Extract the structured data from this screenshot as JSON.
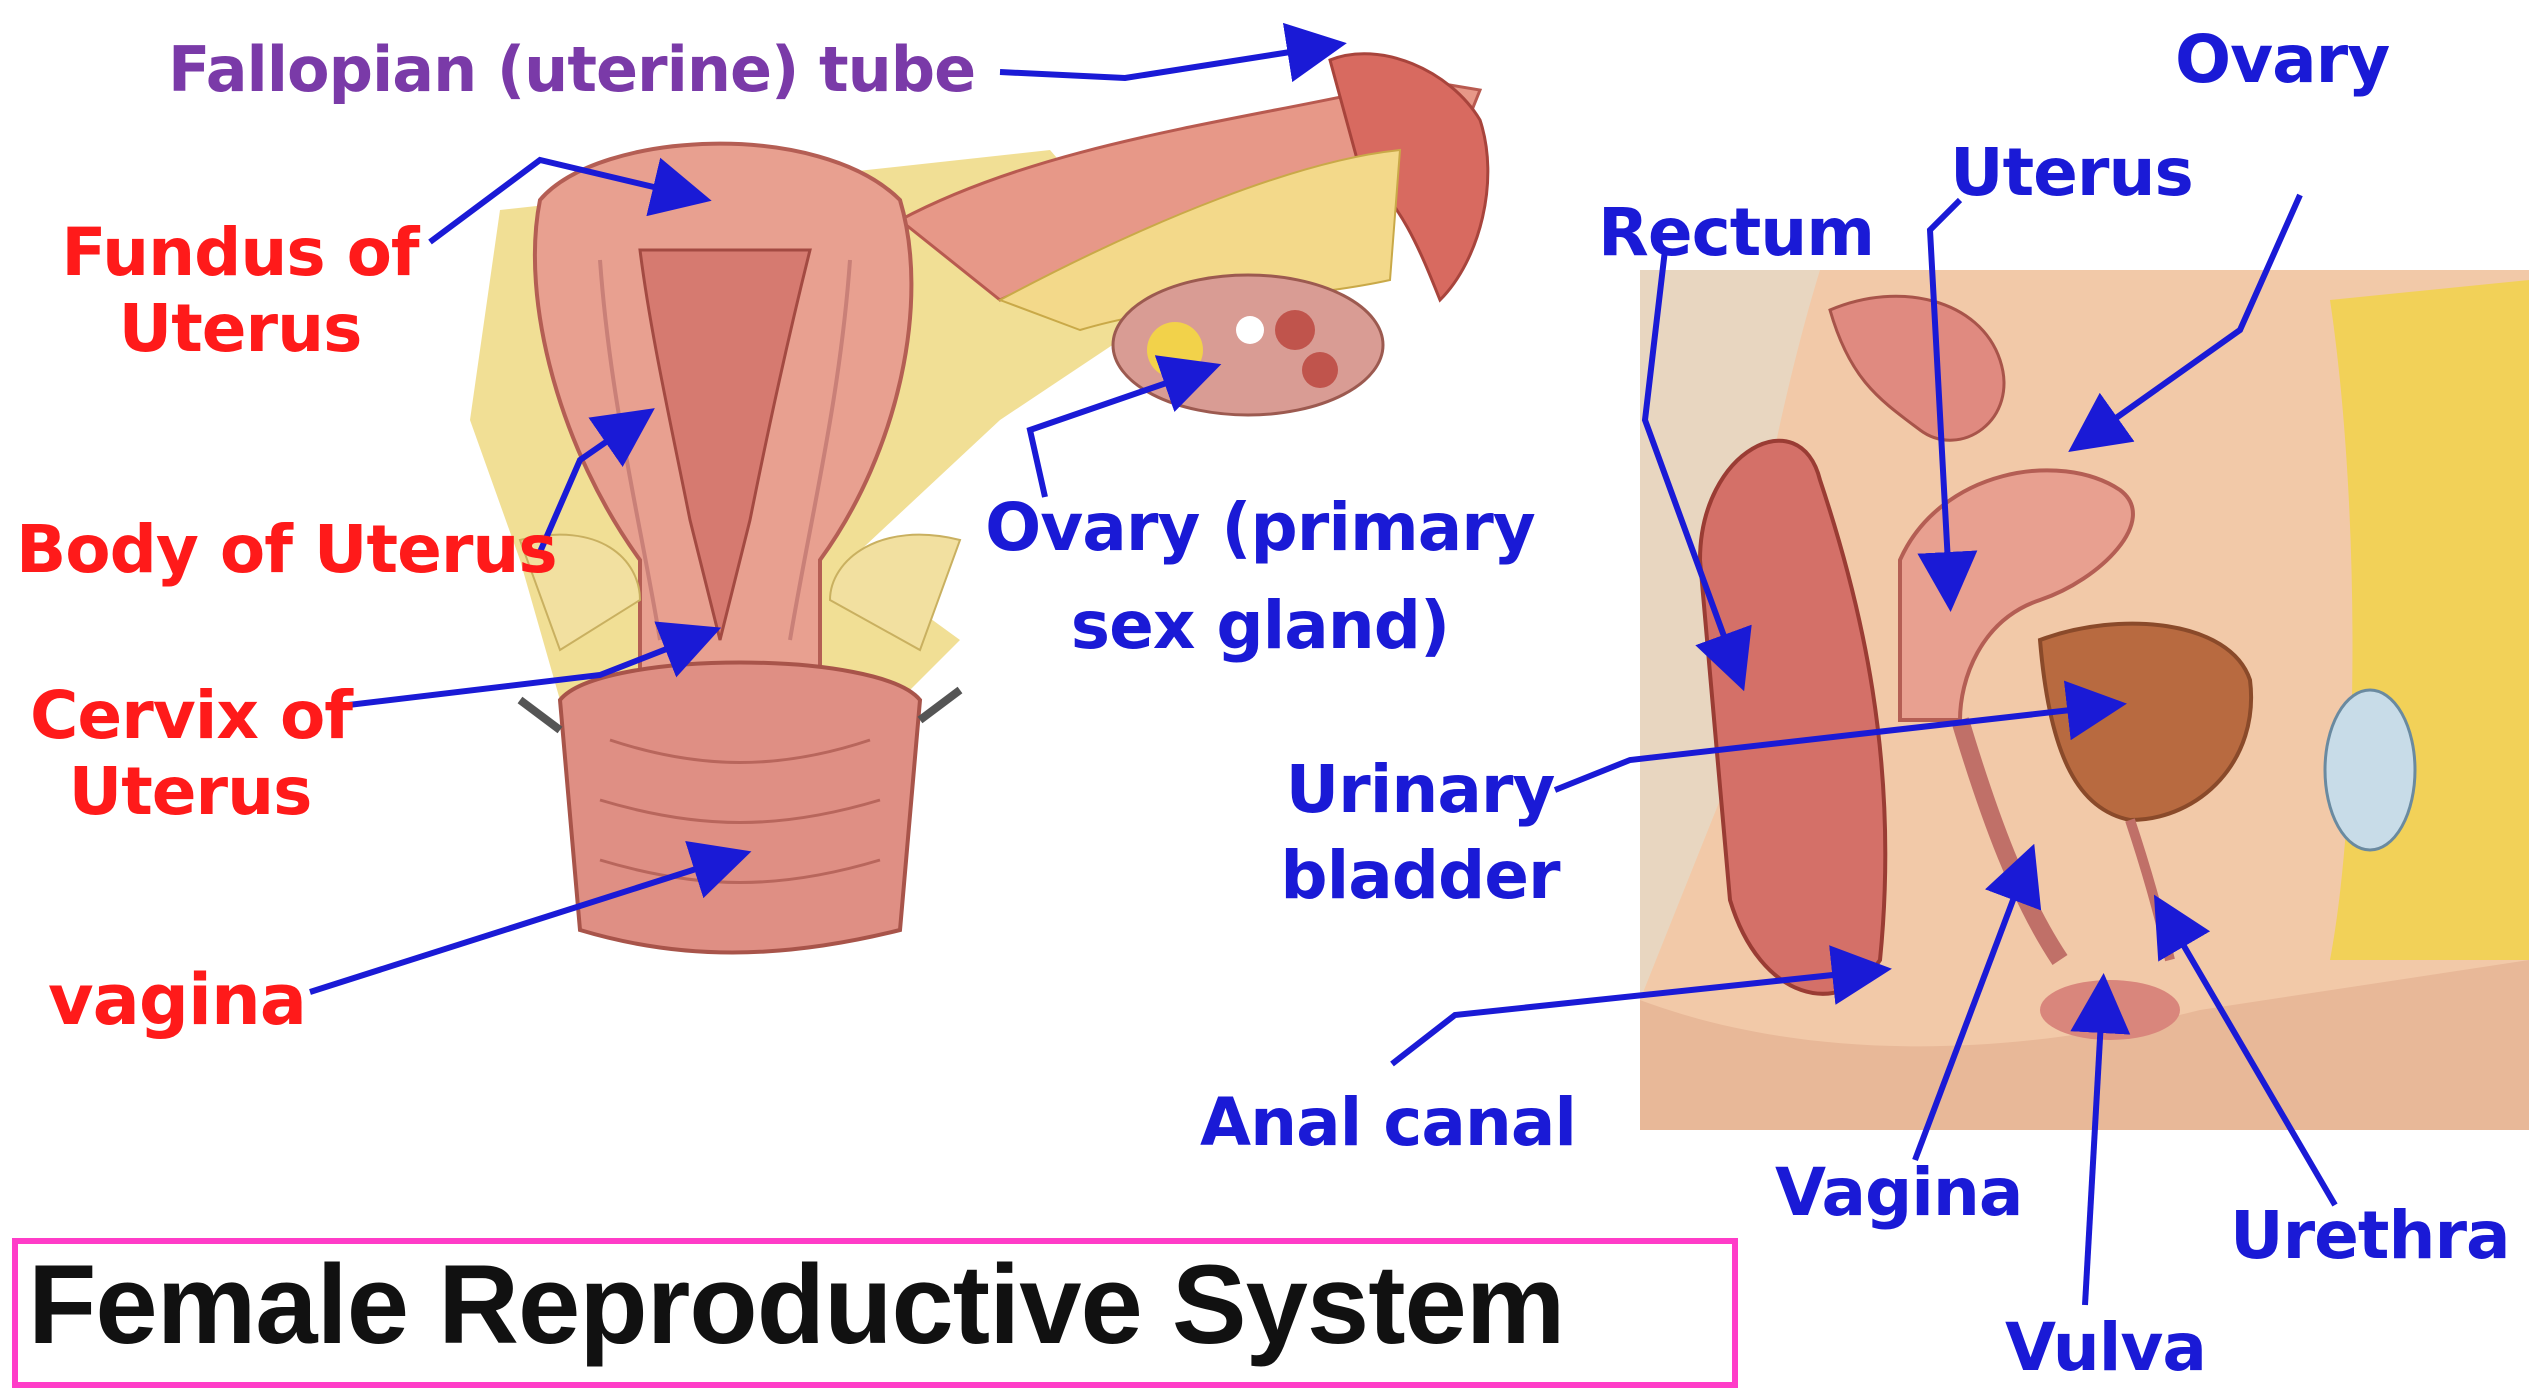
{
  "title": "Female Reproductive System",
  "colors": {
    "left_labels": "#ff1a1a",
    "right_labels": "#1a1ad6",
    "tube_label": "#7a3aa8",
    "arrows": "#1a1ad6",
    "title_border": "#ff3cc8",
    "tissue": "#e8a090",
    "fat": "#f2d24a"
  },
  "labels": {
    "fallopian_tube": "Fallopian (uterine) tube",
    "fundus_line1": "Fundus of",
    "fundus_line2": "Uterus",
    "body_uterus": "Body of Uterus",
    "cervix_line1": "Cervix of",
    "cervix_line2": "Uterus",
    "vagina_left": "vagina",
    "ovary_primary_line1": "Ovary  (primary",
    "ovary_primary_line2": "sex gland)",
    "ovary_right": "Ovary",
    "uterus_right": "Uterus",
    "rectum": "Rectum",
    "urinary_line1": "Urinary",
    "urinary_line2": "bladder",
    "anal_canal": "Anal canal",
    "vagina_right": "Vagina",
    "vulva": "Vulva",
    "urethra": "Urethra"
  }
}
